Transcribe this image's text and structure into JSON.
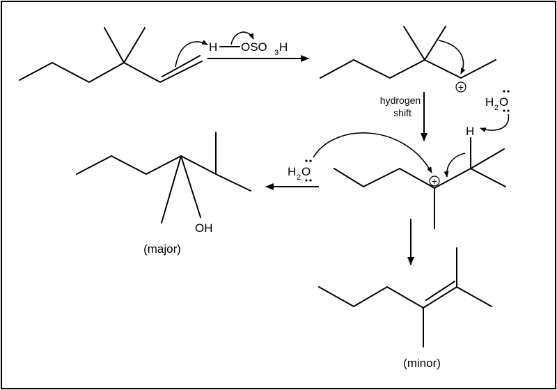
{
  "reagent": {
    "h": "H",
    "oso": "OSO",
    "sub3": "3",
    "h_end": "H"
  },
  "water": {
    "h": "H",
    "sub2": "2",
    "o": "O"
  },
  "steps": {
    "hydrogen": "hydrogen",
    "shift": "shift"
  },
  "atoms": {
    "h": "H",
    "oh": "OH"
  },
  "products": {
    "major": "(major)",
    "minor": "(minor)"
  },
  "charge": "+"
}
